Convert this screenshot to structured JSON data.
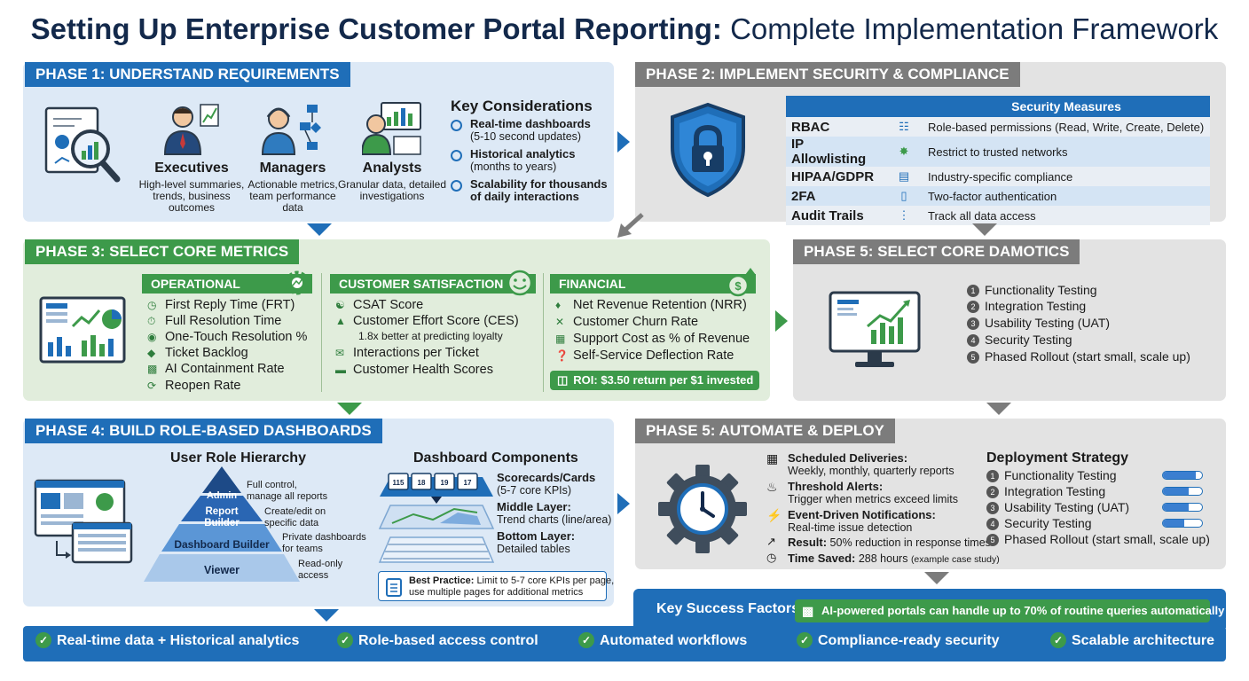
{
  "title": {
    "bold": "Setting Up Enterprise Customer Portal Reporting:",
    "normal": "Complete Implementation Framework"
  },
  "phase1": {
    "tab": "PHASE 1: UNDERSTAND REQUIREMENTS",
    "roles": [
      {
        "title": "Executives",
        "desc": [
          "High-level summaries,",
          "trends, business",
          "outcomes"
        ]
      },
      {
        "title": "Managers",
        "desc": [
          "Actionable metrics,",
          "team performance",
          "data"
        ]
      },
      {
        "title": "Analysts",
        "desc": [
          "Granular data, detailed",
          "investigations"
        ]
      }
    ],
    "key_considerations": {
      "title": "Key Considerations",
      "items": [
        {
          "bold": "Real-time dashboards",
          "sub": "(5-10 second updates)"
        },
        {
          "bold": "Historical analytics",
          "sub": "(months to years)"
        },
        {
          "bold": "Scalability for thousands",
          "sub": "of daily interactions"
        }
      ]
    }
  },
  "phase2": {
    "tab": "PHASE 2: IMPLEMENT SECURITY & COMPLIANCE",
    "table_header": "Security Measures",
    "rows": [
      {
        "name": "RBAC",
        "desc": "Role-based permissions (Read, Write, Create, Delete)"
      },
      {
        "name": "IP Allowlisting",
        "desc": "Restrict to trusted networks"
      },
      {
        "name": "HIPAA/GDPR",
        "desc": "Industry-specific compliance"
      },
      {
        "name": "2FA",
        "desc": "Two-factor authentication"
      },
      {
        "name": "Audit Trails",
        "desc": "Track all data access"
      }
    ]
  },
  "phase3": {
    "tab": "PHASE 3: SELECT CORE METRICS",
    "operational": {
      "title": "OPERATIONAL",
      "items": [
        "First Reply Time (FRT)",
        "Full Resolution Time",
        "One-Touch Resolution %",
        "Ticket Backlog",
        "AI Containment Rate",
        "Reopen Rate"
      ]
    },
    "satisfaction": {
      "title": "CUSTOMER SATISFACTION",
      "items": [
        "CSAT Score",
        "Customer Effort Score (CES)",
        "Interactions per Ticket",
        "Customer Health Scores"
      ],
      "ces_note": "1.8x better at predicting loyalty"
    },
    "financial": {
      "title": "FINANCIAL",
      "items": [
        "Net Revenue Retention (NRR)",
        "Customer Churn Rate",
        "Support Cost as % of Revenue",
        "Self-Service Deflection Rate"
      ],
      "roi": "ROI: $3.50 return per $1 invested"
    }
  },
  "phase5_test": {
    "tab": "PHASE 5: SELECT CORE DAMOTICS",
    "items": [
      "Functionality Testing",
      "Integration Testing",
      "Usability Testing (UAT)",
      "Security Testing",
      "Phased Rollout (start small, scale up)"
    ]
  },
  "phase4": {
    "tab": "PHASE 4: BUILD ROLE-BASED DASHBOARDS",
    "hierarchy_title": "User Role Hierarchy",
    "pyramid": [
      {
        "label": "Admin",
        "desc": "Full control, manage all reports"
      },
      {
        "label": "Report Builder",
        "desc": "Create/edit on specific data"
      },
      {
        "label": "Dashboard Builder",
        "desc": "Private dashboards for teams"
      },
      {
        "label": "Viewer",
        "desc": "Read-only access"
      }
    ],
    "components_title": "Dashboard Components",
    "components": [
      {
        "bold": "Scorecards/Cards",
        "sub": "(5-7 core KPIs)"
      },
      {
        "bold": "Middle Layer:",
        "sub": "Trend charts (line/area)"
      },
      {
        "bold": "Bottom Layer:",
        "sub": "Detailed tables"
      }
    ],
    "kpi_numbers": [
      "115",
      "18",
      "19",
      "17"
    ],
    "best_practice": {
      "bold": "Best Practice:",
      "text1": "Limit to 5-7 core KPIs per page,",
      "text2": "use multiple pages for additional metrics"
    }
  },
  "phase5_deploy": {
    "tab": "PHASE 5: AUTOMATE & DEPLOY",
    "features": [
      {
        "bold": "Scheduled Deliveries:",
        "sub": "Weekly, monthly, quarterly reports"
      },
      {
        "bold": "Threshold Alerts:",
        "sub": "Trigger when metrics exceed limits"
      },
      {
        "bold": "Event-Driven Notifications:",
        "sub": "Real-time issue detection"
      }
    ],
    "result_bold": "Result:",
    "result_text": "50% reduction in response times",
    "saved_bold": "Time Saved:",
    "saved_text": "288 hours",
    "saved_note": "(example case study)",
    "strategy_title": "Deployment Strategy",
    "strategy": [
      "Functionality Testing",
      "Integration Testing",
      "Usability Testing (UAT)",
      "Security Testing",
      "Phased Rollout (start small, scale up)"
    ],
    "progress": [
      0.85,
      0.65,
      0.65,
      0.55
    ]
  },
  "success": {
    "label": "Key Success Factors",
    "highlight": "AI-powered portals can handle up to 70% of routine queries automatically",
    "items": [
      "Real-time data + Historical analytics",
      "Role-based access control",
      "Automated workflows",
      "Compliance-ready security",
      "Scalable architecture"
    ]
  },
  "colors": {
    "blue": "#1f6eb8",
    "green": "#3d9a4a",
    "gray": "#7c7c7c",
    "navy": "#13294b"
  }
}
